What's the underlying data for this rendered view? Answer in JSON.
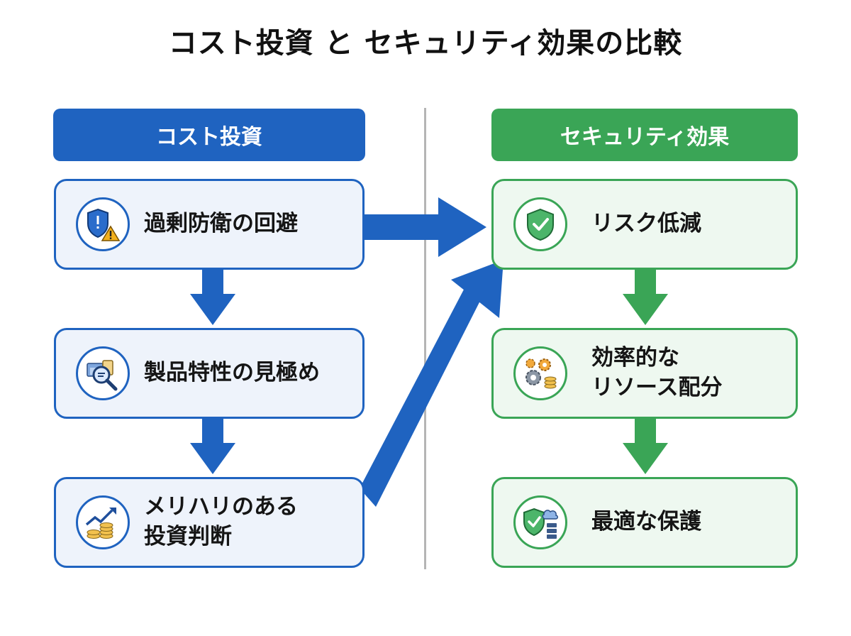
{
  "title": "コスト投資 と セキュリティ効果の比較",
  "left": {
    "header": "コスト投資",
    "color": "#1f63c0",
    "cards": [
      {
        "lines": [
          "過剰防衛の回避"
        ],
        "icon": "shield-warning-icon"
      },
      {
        "lines": [
          "製品特性の見極め"
        ],
        "icon": "magnifier-documents-icon"
      },
      {
        "lines": [
          "メリハリのある",
          "投資判断"
        ],
        "icon": "growth-coins-icon"
      }
    ]
  },
  "right": {
    "header": "セキュリティ効果",
    "color": "#3aa556",
    "cards": [
      {
        "lines": [
          "リスク低減"
        ],
        "icon": "shield-check-icon"
      },
      {
        "lines": [
          "効率的な",
          "リソース配分"
        ],
        "icon": "gears-coins-icon"
      },
      {
        "lines": [
          "最適な保護"
        ],
        "icon": "shield-cloud-server-icon"
      }
    ]
  }
}
